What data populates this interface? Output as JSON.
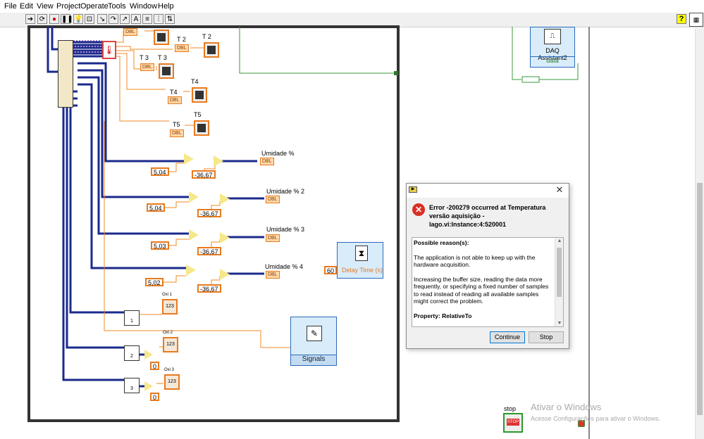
{
  "menu": [
    "File",
    "Edit",
    "View",
    "Project",
    "Operate",
    "Tools",
    "Window",
    "Help"
  ],
  "toolbar": {
    "help": "?"
  },
  "blocks": {
    "t2_top": "T 2",
    "t2_right": "T 2",
    "t3_left": "T 3",
    "t3_right": "T 3",
    "t4_top": "T4",
    "t4_mid": "T4",
    "t5_top": "T5",
    "t5_mid": "T5",
    "dbl": "DBL",
    "umidade1": "Umidade %",
    "umidade2": "Umidade % 2",
    "umidade3": "Umidade % 3",
    "umidade4": "Umidade % 4",
    "c1a": "5,04",
    "c1b": "-36,67",
    "c2a": "5,04",
    "c2b": "-36,67",
    "c3a": "5,03",
    "c3b": "-36,67",
    "c4a": "5,02",
    "c4b": "-36,67",
    "oxi1": "Oxi 1",
    "oxi2": "Oxi 2",
    "oxi3": "Oxi 3",
    "meter_value": "123",
    "gauge1": "1",
    "gauge2": "2",
    "gauge3": "3",
    "zero1": "0",
    "zero2": "0",
    "delay_value": "60",
    "delay_label": "Delay Time (s)",
    "signals": "Signals",
    "daq_title": "DAQ Assistant2",
    "daq_data": "data",
    "stop_label": "stop",
    "stop_btn": "STOP"
  },
  "dialog": {
    "message": "Error -200279 occurred at Temperatura versão aquisição - lago.vi:Instance:4:520001",
    "heading": "Possible reason(s):",
    "para1": "The application is not able to keep up with the hardware acquisition.",
    "para2": "Increasing the buffer size, reading the data more frequently, or specifying a fixed number of samples to read instead of reading all available samples might correct the problem.",
    "property": "Property: RelativeTo",
    "continue": "Continue",
    "stop": "Stop"
  },
  "watermark": {
    "line1": "Ativar o Windows",
    "line2": "Acesse Configurações para ativar o Windows."
  },
  "colors": {
    "wire_blue": "#1a2a8c",
    "wire_orange": "#f08a24",
    "wire_green": "#3a9a3a",
    "frame": "#333333"
  }
}
